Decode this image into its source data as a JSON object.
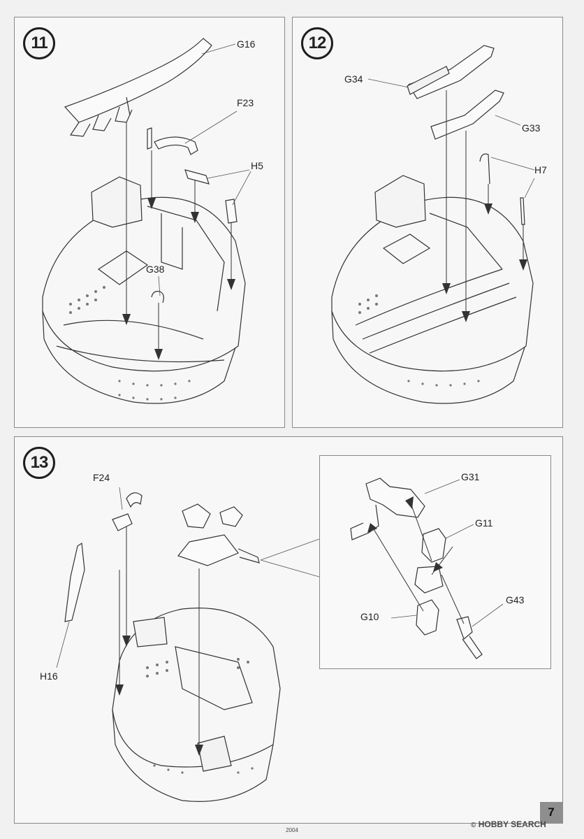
{
  "steps": [
    {
      "number": "11",
      "labels": [
        "G16",
        "F23",
        "H5",
        "G38"
      ]
    },
    {
      "number": "12",
      "labels": [
        "G34",
        "G33",
        "H7"
      ]
    },
    {
      "number": "13",
      "labels": [
        "F24",
        "H16"
      ],
      "detail_labels": [
        "G31",
        "G11",
        "G43",
        "G10"
      ]
    }
  ],
  "footer": {
    "page_number": "7",
    "year": "2004",
    "watermark": "HOBBY SEARCH",
    "watermark_mark": "©"
  }
}
